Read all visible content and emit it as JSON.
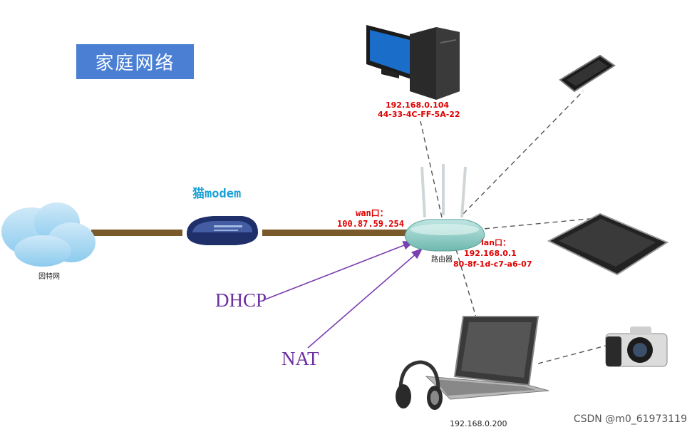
{
  "title": "家庭网络",
  "modem_label": "猫modem",
  "internet_label": "因特网",
  "router_label": "路由器",
  "wan": {
    "label": "wan口：",
    "ip": "100.87.59.254"
  },
  "lan": {
    "label": "lan口：",
    "ip": "192.168.0.1",
    "mac": "80-8f-1d-c7-a6-07"
  },
  "desktop": {
    "ip": "192.168.0.104",
    "mac": "44-33-4C-FF-5A-22"
  },
  "laptop": {
    "ip": "192.168.0.200"
  },
  "dhcp_label": "DHCP",
  "nat_label": "NAT",
  "watermark": "CSDN @m0_61973119",
  "colors": {
    "title_bg": "#4a7fd4",
    "cable": "#7a5a2a",
    "annotation": "#e00000",
    "arrow": "#7a3fb0",
    "modem_label": "#1a9fd6"
  }
}
